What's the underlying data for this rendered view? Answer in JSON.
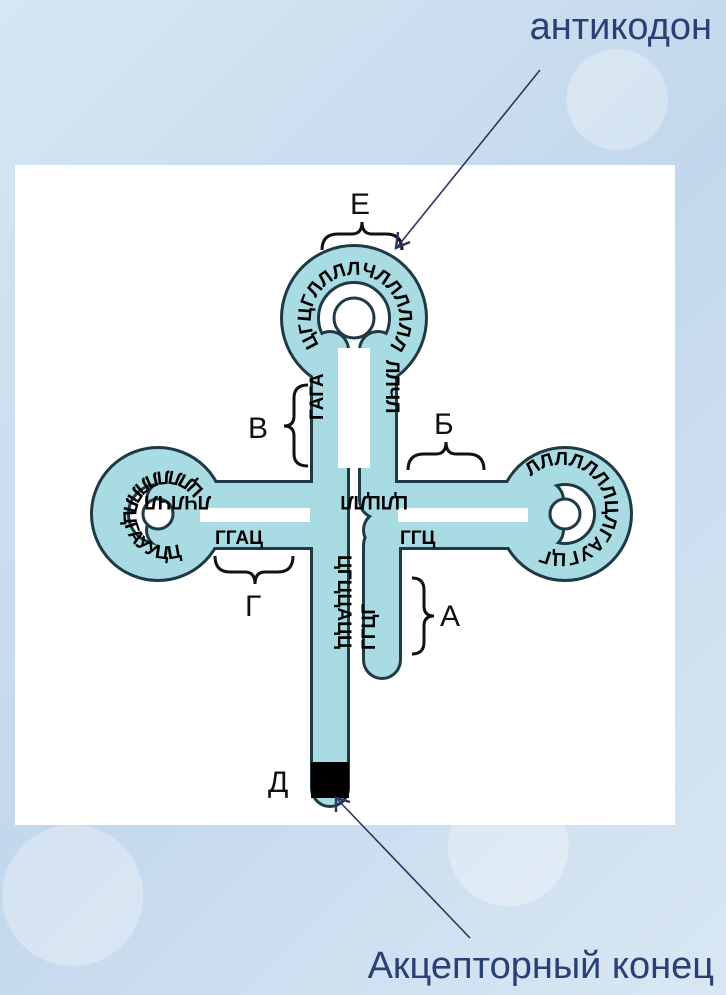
{
  "labels": {
    "anticodon": "антикодон",
    "acceptor_end": "Акцепторный конец",
    "A": "А",
    "B": "Б",
    "V": "В",
    "G": "Г",
    "D": "Д",
    "E": "Е"
  },
  "colors": {
    "strand_fill": "#a9dbe3",
    "strand_outline": "#1f3a44",
    "caption_text": "#2a3f73",
    "arrow": "#2b3560",
    "acceptor_block": "#000000"
  },
  "sequence": {
    "top_loop": "ЦГЦГЛЛЛЛЧЛЛЛЛЛЛ",
    "upper_stem_left": "ГАГА",
    "upper_stem_right": "ЛЛЧЛ",
    "left_arm_top": "ЛЧЛЧЛ",
    "left_loop": "ЦЛЛЛЛЛЛЛЦГАУУЦЦ",
    "left_arm_bottom": "ГГАЦ",
    "right_arm_top": "ЦЛЦЛЛ",
    "right_loop": "ЛЛЛЛЛЛЛЦЛГАУГЦГ",
    "right_arm_bottom": "ГГЦ",
    "acceptor_stem": "ЦГЦЦАЦЦ",
    "stem_a": "ГГЦГ"
  }
}
